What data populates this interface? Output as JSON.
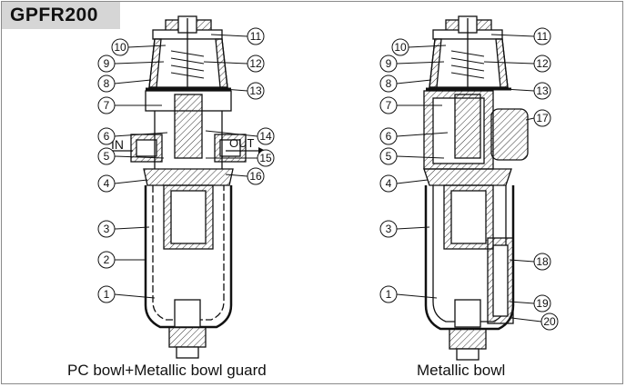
{
  "title": "GPFR200",
  "left_view": {
    "caption": "PC bowl+Metallic bowl guard",
    "port_in": "IN",
    "port_out": "OUT",
    "callouts_left": [
      "10",
      "9",
      "8",
      "7",
      "6",
      "5",
      "4",
      "3",
      "2",
      "1"
    ],
    "callouts_right": [
      "11",
      "12",
      "13",
      "14",
      "15",
      "16"
    ]
  },
  "right_view": {
    "caption": "Metallic bowl",
    "callouts_left": [
      "10",
      "9",
      "8",
      "7",
      "6",
      "5",
      "4",
      "3",
      "1"
    ],
    "callouts_right": [
      "11",
      "12",
      "13",
      "17",
      "18",
      "19",
      "20"
    ]
  }
}
